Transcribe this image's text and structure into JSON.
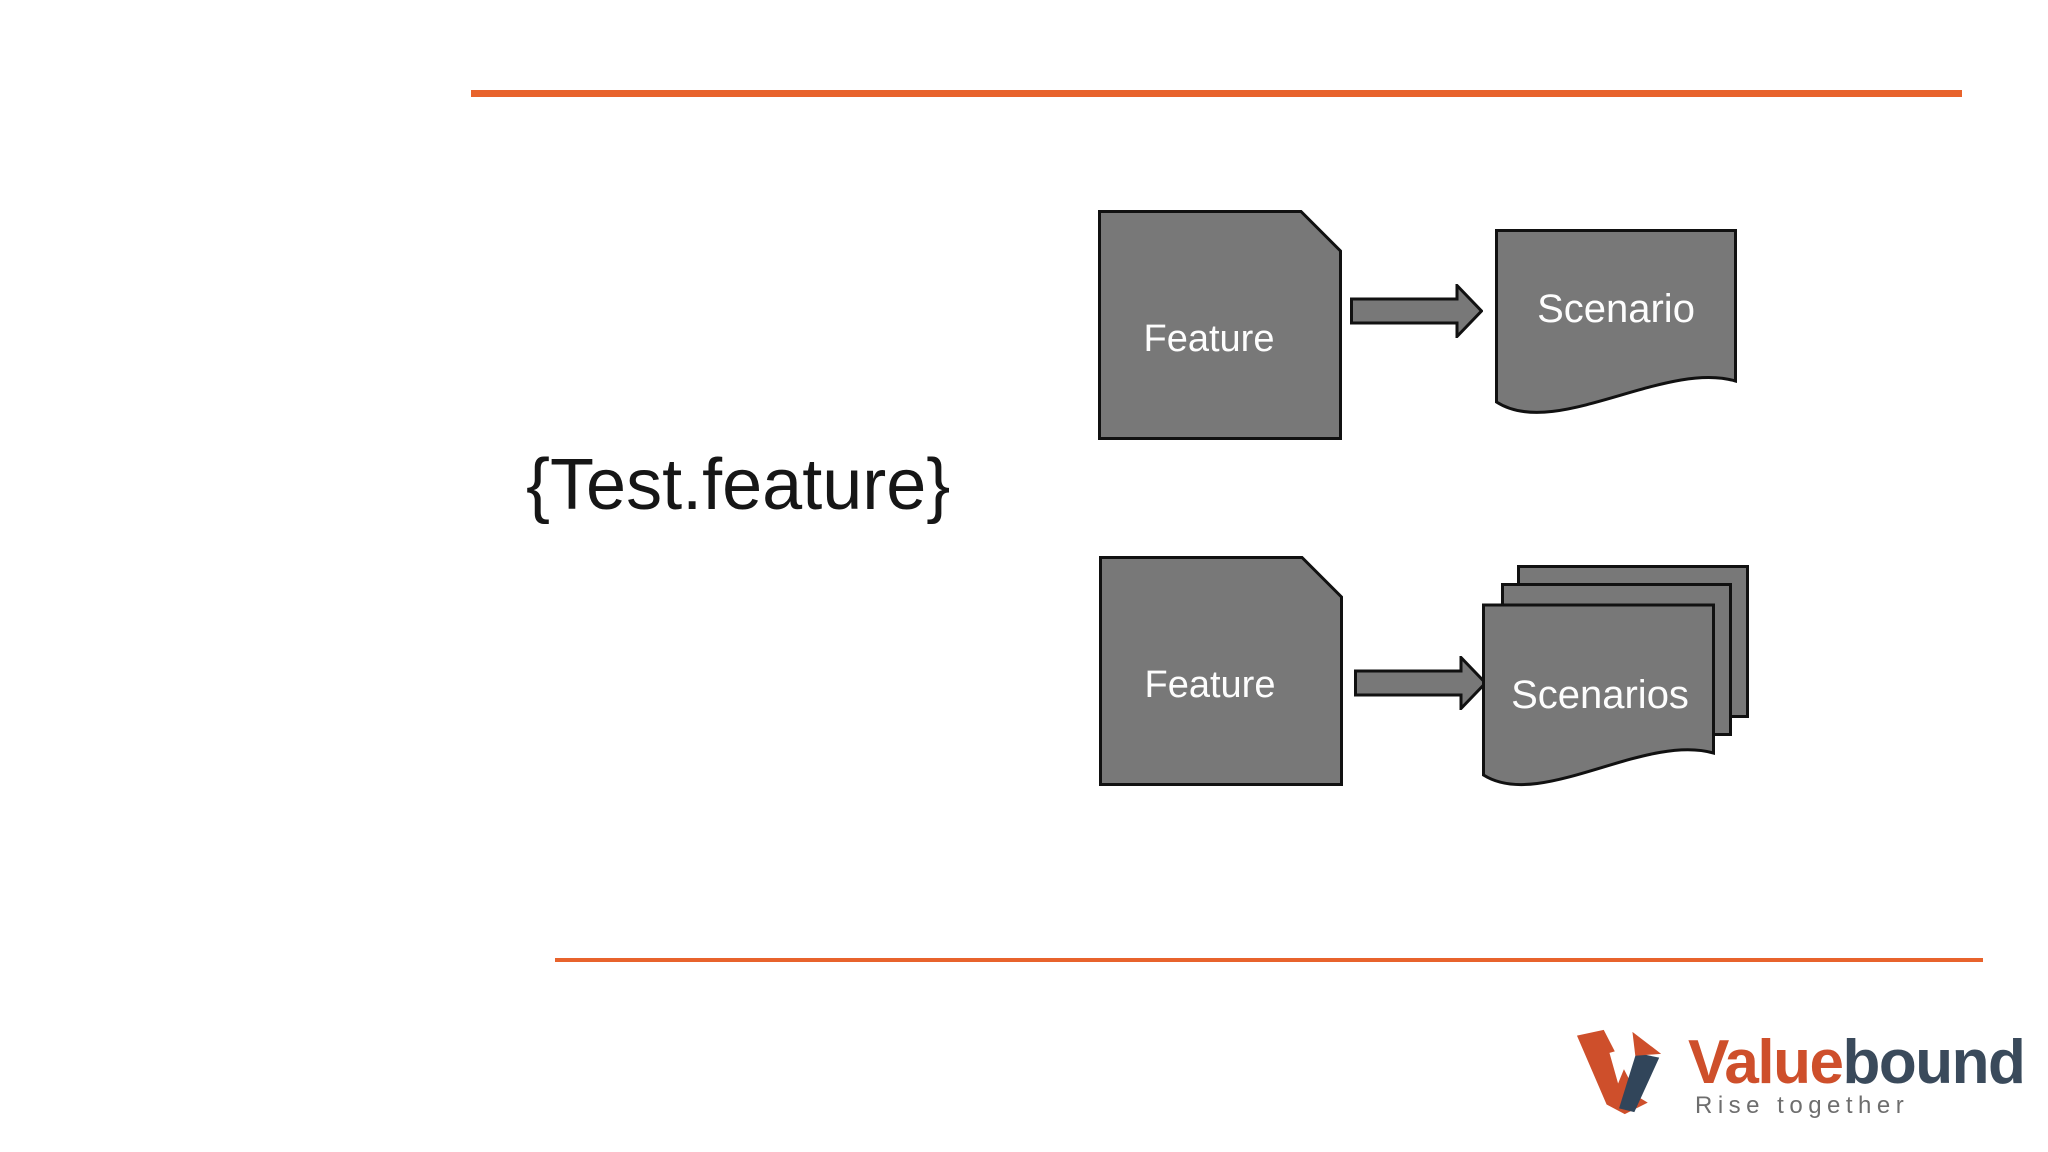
{
  "slide": {
    "caption": "{Test.feature}"
  },
  "colors": {
    "accent_orange": "#E8632C",
    "shape_fill": "#787878",
    "shape_border": "#111111",
    "shape_label_text": "#FDFDFD",
    "caption_text": "#161616"
  },
  "diagrams": {
    "top": {
      "source": "Feature",
      "target": "Scenario"
    },
    "bottom": {
      "source": "Feature",
      "target": "Scenarios"
    }
  },
  "logo": {
    "brand_orange_part": "Value",
    "brand_dark_part": "bound",
    "tagline": "Rise together",
    "mark_orange": "#CE4F2B",
    "mark_navy": "#31455A",
    "tagline_gray": "#6E6E6E"
  }
}
